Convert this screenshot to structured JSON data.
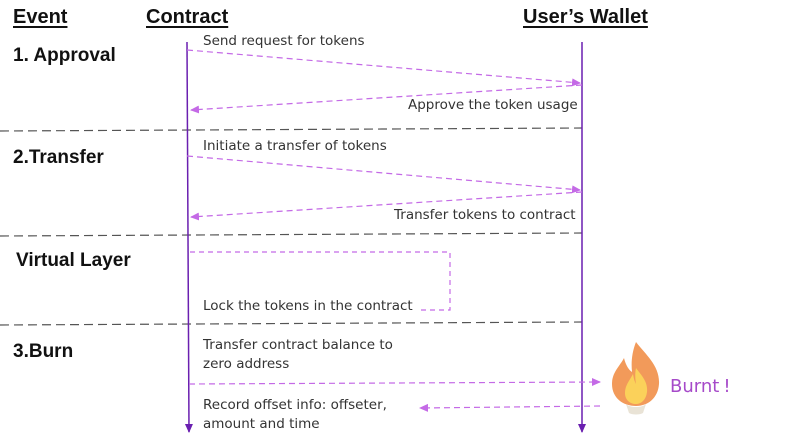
{
  "headers": {
    "event": "Event",
    "contract": "Contract",
    "wallet": "User’s Wallet"
  },
  "events": {
    "approval": "1. Approval",
    "transfer": "2.Transfer",
    "virtual": "Virtual Layer",
    "burn": "3.Burn"
  },
  "messages": {
    "send_request": "Send request for tokens",
    "approve_usage": "Approve the token usage",
    "initiate_transfer": "Initiate a transfer of tokens",
    "transfer_to_contract": "Transfer tokens to contract",
    "lock_tokens": "Lock the tokens in the contract",
    "transfer_balance_1": "Transfer contract balance to",
    "transfer_balance_2": "zero address",
    "record_offset_1": "Record offset info: offseter,",
    "record_offset_2": "amount and time"
  },
  "burnt": {
    "label": "Burnt",
    "mark": "!"
  },
  "colors": {
    "lifeline": "#6a1fb0",
    "message": "#c46ae6",
    "separator": "#555555",
    "fire_outer": "#f29a5a",
    "fire_inner": "#fbd15a",
    "burnt_text": "#a64ac9"
  },
  "icons": {
    "fire": "fire-icon"
  }
}
